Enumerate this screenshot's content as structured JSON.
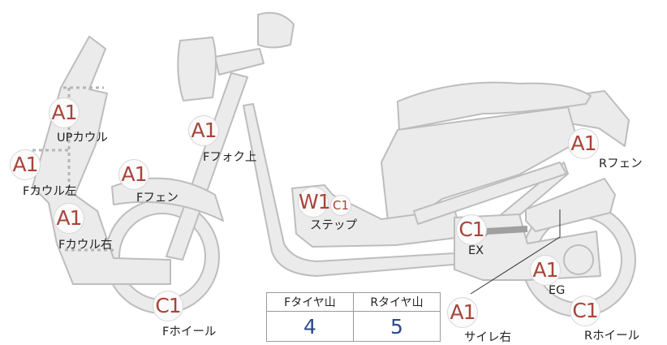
{
  "parts": [
    {
      "key": "up-cowl",
      "code": "A1",
      "label": "UPカウル"
    },
    {
      "key": "f-cowl-left",
      "code": "A1",
      "label": "Fカウル左"
    },
    {
      "key": "f-cowl-right",
      "code": "A1",
      "label": "Fカウル右"
    },
    {
      "key": "f-fender",
      "code": "A1",
      "label": "Fフェン"
    },
    {
      "key": "f-fork-upper",
      "code": "A1",
      "label": "Fフォク上"
    },
    {
      "key": "step",
      "code": "W1",
      "code2": "C1",
      "label": "ステップ"
    },
    {
      "key": "f-wheel",
      "code": "C1",
      "label": "Fホイール"
    },
    {
      "key": "exhaust",
      "code": "C1",
      "label": "EX"
    },
    {
      "key": "engine",
      "code": "A1",
      "label": "EG"
    },
    {
      "key": "r-fender",
      "code": "A1",
      "label": "Rフェン"
    },
    {
      "key": "r-wheel",
      "code": "C1",
      "label": "Rホイール"
    },
    {
      "key": "muffler-right",
      "code": "A1",
      "label": "サイレ右"
    }
  ],
  "tread_table": {
    "front_header": "Fタイヤ山",
    "rear_header": "Rタイヤ山",
    "front_value": "4",
    "rear_value": "5"
  },
  "colors": {
    "body_fill": "#ebebeb",
    "body_stroke": "#bdbdbd",
    "badge_text": "#a8443a",
    "table_value": "#2a4a8a"
  }
}
